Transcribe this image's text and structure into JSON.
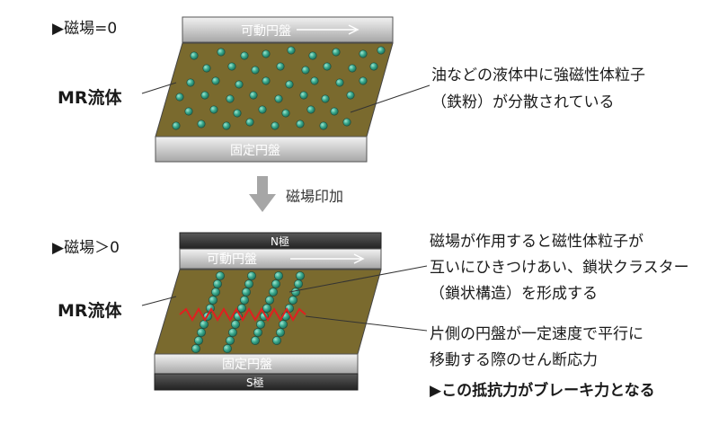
{
  "top": {
    "condition": "▶磁場=0",
    "moving_disk": "可動円盤",
    "fixed_disk": "固定円盤",
    "fluid_label": "MR流体",
    "note_line1": "油などの液体中に強磁性体粒子",
    "note_line2": "（鉄粉）が分散されている"
  },
  "transition": {
    "label": "磁場印加"
  },
  "bottom": {
    "condition": "▶磁場＞0",
    "n_pole": "N極",
    "moving_disk": "可動円盤",
    "fixed_disk": "固定円盤",
    "s_pole": "S極",
    "fluid_label": "MR流体",
    "note1_line1": "磁場が作用すると磁性体粒子が",
    "note1_line2": "互いにひきつけあい、鎖状クラスター",
    "note1_line3": "（鎖状構造）を形成する",
    "note2_line1": "片側の円盤が一定速度で平行に",
    "note2_line2": "移動する際のせん断応力",
    "conclusion": "▶この抵抗力がブレーキ力となる"
  },
  "colors": {
    "fluid": "#7a6a2e",
    "particle": "#35a48a",
    "plate": "#d9d9d9",
    "pole": "#333333",
    "stress_line": "#e02020"
  }
}
